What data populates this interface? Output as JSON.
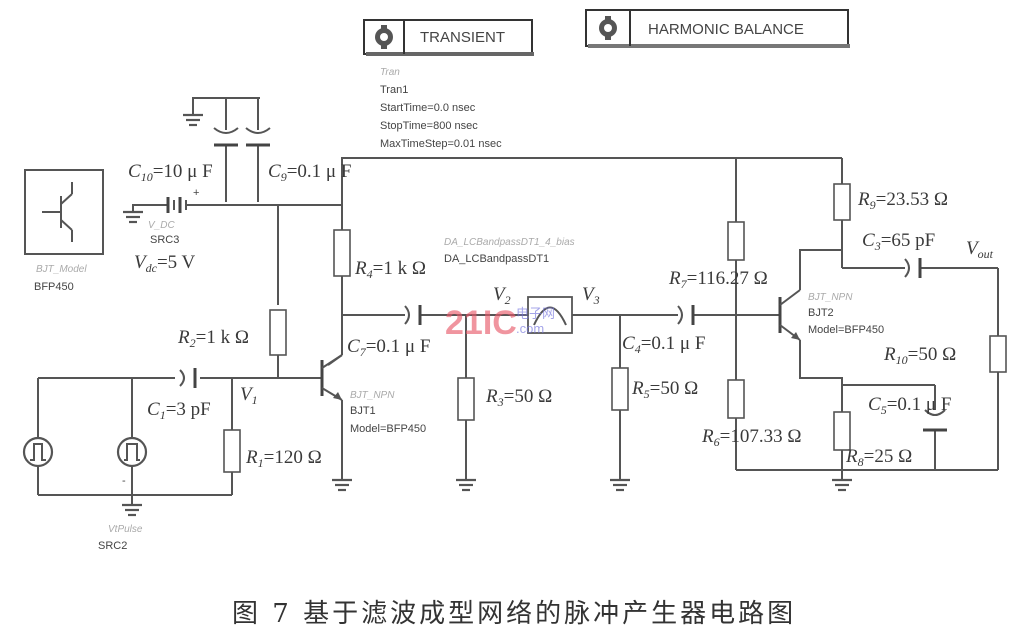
{
  "controllers": {
    "transient": {
      "title": "TRANSIENT",
      "type_label": "Tran",
      "name": "Tran1",
      "params": [
        "StartTime=0.0 nsec",
        "StopTime=800 nsec",
        "MaxTimeStep=0.01 nsec"
      ]
    },
    "harmonic_balance": {
      "title": "HARMONIC BALANCE"
    }
  },
  "model_box": {
    "faint_label": "BJT_Model",
    "name": "BFP450"
  },
  "sources": {
    "dc": {
      "faint_label": "V_DC",
      "name": "SRC3",
      "value_symbol": "V",
      "value_sub": "dc",
      "value": "=5 V"
    },
    "pulse": {
      "faint_label": "VtPulse",
      "name": "SRC2"
    }
  },
  "filter": {
    "faint_label": "DA_LCBandpassDT1_4_bias",
    "name": "DA_LCBandpassDT1"
  },
  "transistors": [
    {
      "faint_label": "BJT_NPN",
      "name": "BJT1",
      "model": "Model=BFP450"
    },
    {
      "faint_label": "BJT_NPN",
      "name": "BJT2",
      "model": "Model=BFP450"
    }
  ],
  "components": {
    "C10": {
      "sym": "C",
      "sub": "10",
      "value": "=10  μ F"
    },
    "C9": {
      "sym": "C",
      "sub": "9",
      "value": "=0.1  μ F"
    },
    "R2": {
      "sym": "R",
      "sub": "2",
      "value": "=1 k Ω"
    },
    "R4": {
      "sym": "R",
      "sub": "4",
      "value": "=1 k Ω"
    },
    "C7": {
      "sym": "C",
      "sub": "7",
      "value": "=0.1  μ F"
    },
    "C1": {
      "sym": "C",
      "sub": "1",
      "value": "=3 pF"
    },
    "R1": {
      "sym": "R",
      "sub": "1",
      "value": "=120  Ω"
    },
    "R3": {
      "sym": "R",
      "sub": "3",
      "value": "=50  Ω"
    },
    "C4": {
      "sym": "C",
      "sub": "4",
      "value": "=0.1  μ F"
    },
    "R5": {
      "sym": "R",
      "sub": "5",
      "value": "=50  Ω"
    },
    "R7": {
      "sym": "R",
      "sub": "7",
      "value": "=116.27  Ω"
    },
    "R6": {
      "sym": "R",
      "sub": "6",
      "value": "=107.33  Ω"
    },
    "R9": {
      "sym": "R",
      "sub": "9",
      "value": "=23.53  Ω"
    },
    "C3": {
      "sym": "C",
      "sub": "3",
      "value": "=65 pF"
    },
    "R10": {
      "sym": "R",
      "sub": "10",
      "value": "=50  Ω"
    },
    "C5": {
      "sym": "C",
      "sub": "5",
      "value": "=0.1  μ F"
    },
    "R8": {
      "sym": "R",
      "sub": "8",
      "value": "=25  Ω"
    }
  },
  "nodes": {
    "V1": {
      "sym": "V",
      "sub": "1"
    },
    "V2": {
      "sym": "V",
      "sub": "2"
    },
    "V3": {
      "sym": "V",
      "sub": "3"
    },
    "Vout": {
      "sym": "V",
      "sub": "out"
    }
  },
  "watermark": {
    "main": "21IC",
    "cn": "电子网",
    "dom": ".com"
  },
  "caption": "图 7   基于滤波成型网络的脉冲产生器电路图"
}
